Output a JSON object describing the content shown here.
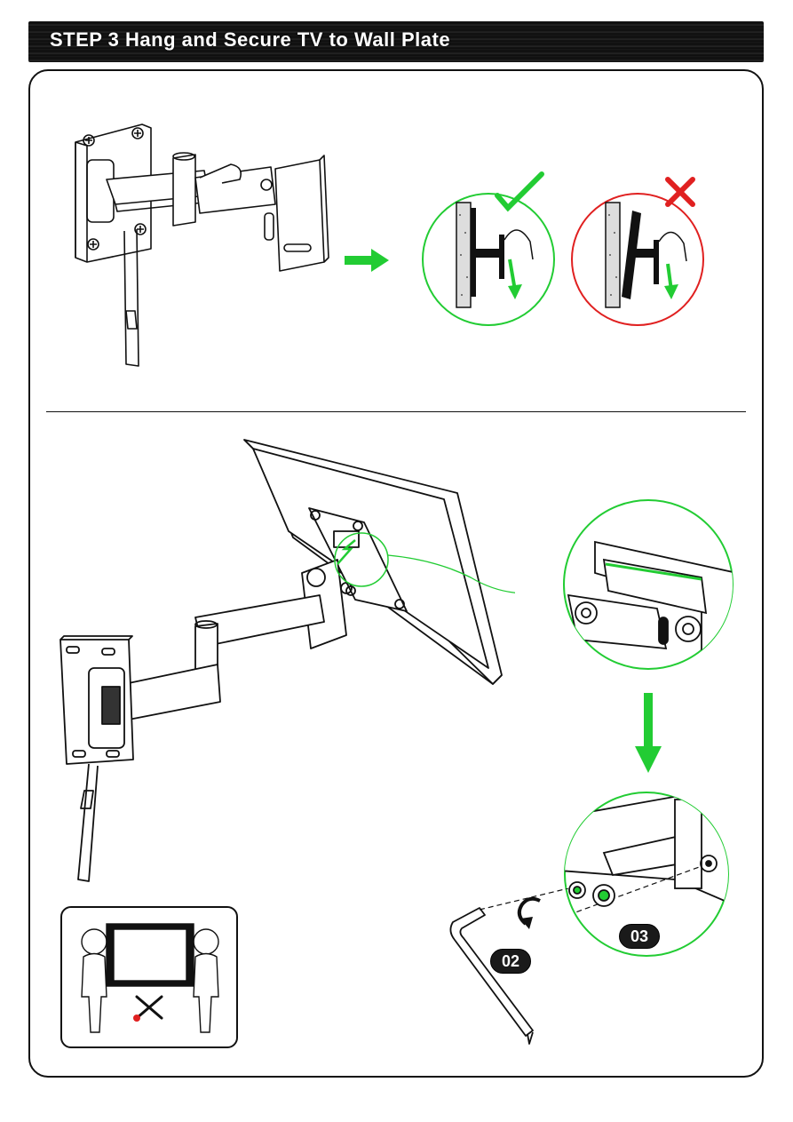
{
  "header": {
    "title": "STEP 3 Hang and Secure TV to Wall Plate"
  },
  "parts": {
    "allen_key_label": "02",
    "screw_label": "03"
  },
  "indicators": {
    "correct": "check-mark",
    "incorrect": "cross-mark"
  },
  "colors": {
    "accent_green": "#22cc33",
    "error_red": "#e02020",
    "ink": "#111111"
  }
}
